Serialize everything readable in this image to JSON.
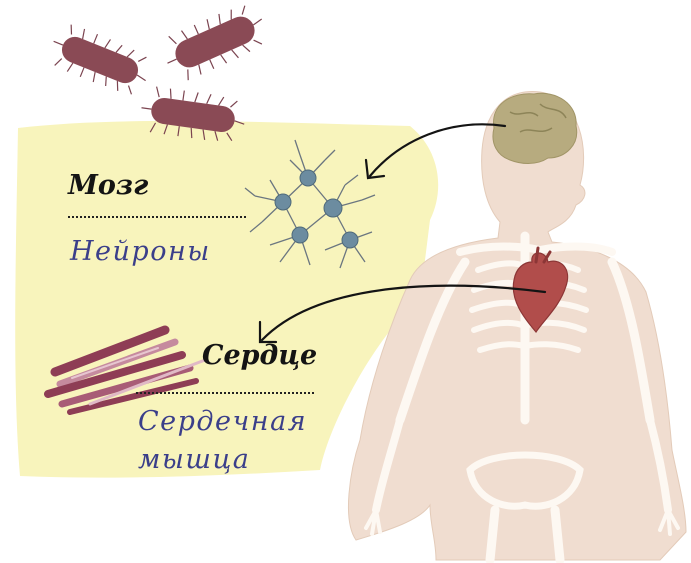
{
  "labels": {
    "brain": "Мозг",
    "neurons": "Нейроны",
    "heart": "Сердце",
    "cardiac_muscle_line1": "Сердечная",
    "cardiac_muscle_line2": "мышца"
  },
  "colors": {
    "yellow_background": "#f8f4bc",
    "body_skin": "#f0ddd0",
    "bone": "#fdf8f2",
    "brain": "#b7ab7f",
    "heart": "#b14d4b",
    "bacteria": "#8a4a55",
    "neuron_body": "#6c8ca0",
    "muscle_fibers": "#8e3d55",
    "blue_text": "#3b3f8a"
  },
  "icons": [
    "bacteria-illustration",
    "neuron-illustration",
    "cardiac-muscle-illustration",
    "brain-icon",
    "heart-icon",
    "arrow-icon"
  ]
}
